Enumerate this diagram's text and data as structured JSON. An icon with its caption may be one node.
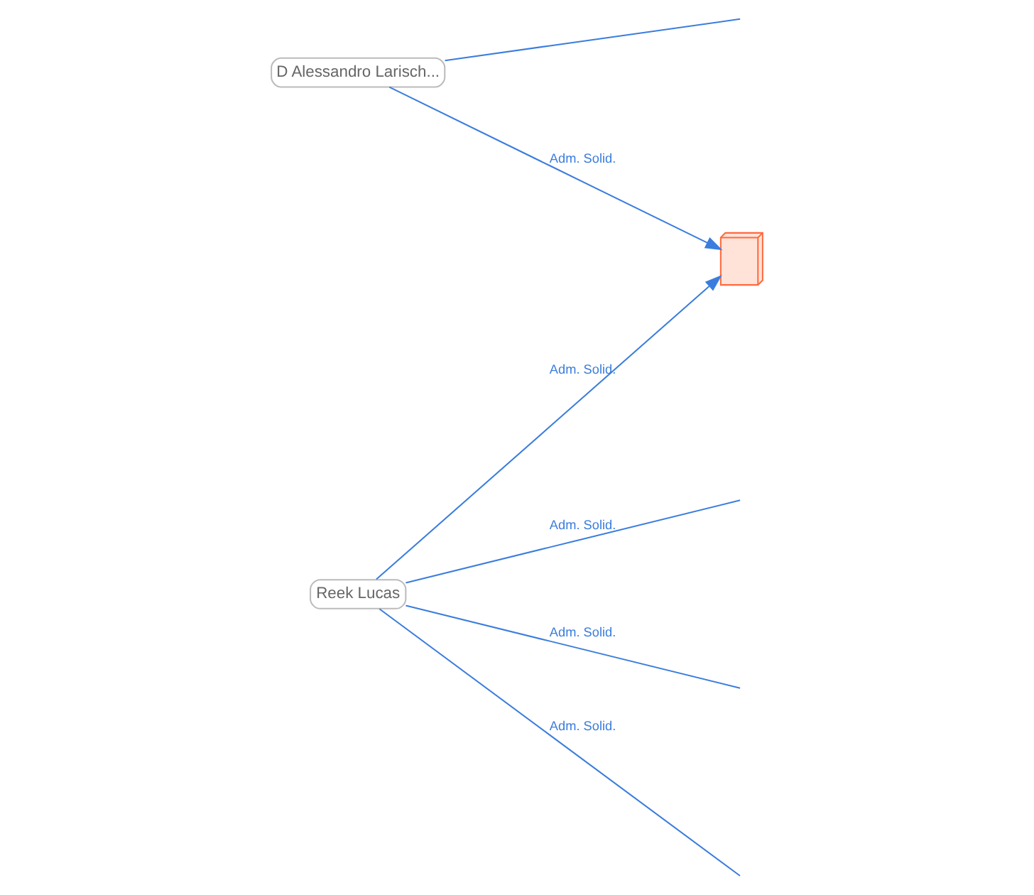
{
  "diagram": {
    "nodes": [
      {
        "text": [
          "D Alessandro Larisch..."
        ]
      },
      {
        "text": [],
        "shape": "building"
      },
      {
        "text": [
          "Reek Lucas"
        ]
      }
    ],
    "edges": [
      {
        "from": 0,
        "to": 1,
        "arrow": "to",
        "label": "Adm. Solid."
      },
      {
        "from": 2,
        "to": null,
        "arrow": "none",
        "label": "Adm. Solid."
      },
      {
        "from": 2,
        "to": 1,
        "arrow": "to",
        "label": "Adm. Solid."
      },
      {
        "from": 0,
        "to": null,
        "arrow": "none"
      },
      {
        "from": 2,
        "to": null,
        "arrow": "none",
        "label": "Adm. Solid."
      },
      {
        "from": 2,
        "to": null,
        "arrow": "none",
        "label": "Adm. Solid."
      }
    ]
  }
}
